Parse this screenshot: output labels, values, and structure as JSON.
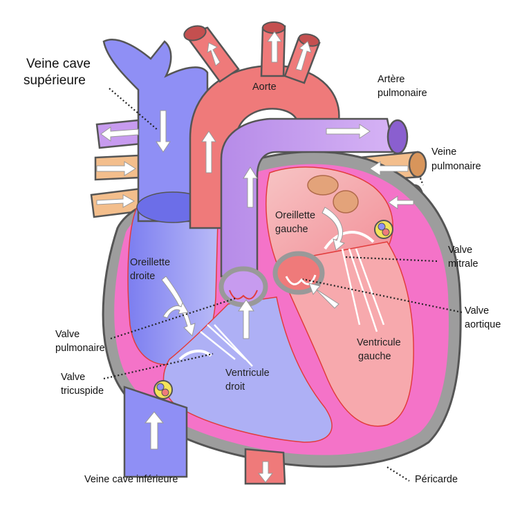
{
  "labels": {
    "veine_cave_superieure": [
      "Veine cave",
      "supérieure"
    ],
    "aorte": "Aorte",
    "artere_pulmonaire": [
      "Artère",
      "pulmonaire"
    ],
    "veine_pulmonaire": [
      "Veine",
      "pulmonaire"
    ],
    "oreillette_gauche": [
      "Oreillette",
      "gauche"
    ],
    "oreillette_droite": [
      "Oreillette",
      "droite"
    ],
    "valve_mitrale": [
      "Valve",
      "mitrale"
    ],
    "valve_aortique": [
      "Valve",
      "aortique"
    ],
    "valve_pulmonaire": [
      "Valve",
      "pulmonaire"
    ],
    "valve_tricuspide": [
      "Valve",
      "tricuspide"
    ],
    "ventricule_gauche": [
      "Ventricule",
      "gauche"
    ],
    "ventricule_droit": [
      "Ventricule",
      "droit"
    ],
    "veine_cave_inferieure": "Veine cave inférieure",
    "pericarde": "Péricarde"
  },
  "colors": {
    "vein_blue": "#8f8ff5",
    "artery_red": "#ef7a7a",
    "pulmonary_purple": "#c79bef",
    "pulmonary_vein_tan": "#f3be8c",
    "myocardium_pink": "#f473c8",
    "right_chamber": "#aeb0f5",
    "left_chamber": "#f7a9ad",
    "pericardium_gray": "#9d9d9d"
  }
}
